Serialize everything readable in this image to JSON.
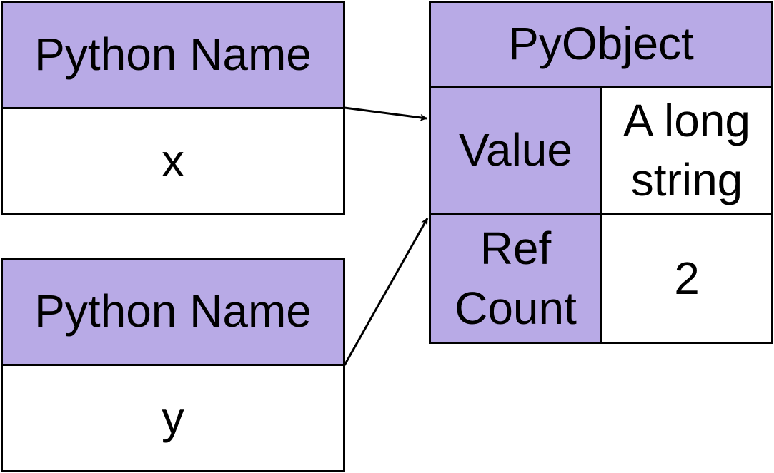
{
  "name_x": {
    "header": "Python Name",
    "value": "x"
  },
  "name_y": {
    "header": "Python Name",
    "value": "y"
  },
  "pyobject": {
    "title": "PyObject",
    "value_label": "Value",
    "value_line1": "A long",
    "value_line2": "string",
    "refcount_line1": "Ref",
    "refcount_line2": "Count",
    "refcount_value": "2"
  },
  "colors": {
    "header_fill": "#b8aae6",
    "border": "#000000",
    "value_fill": "#ffffff"
  }
}
